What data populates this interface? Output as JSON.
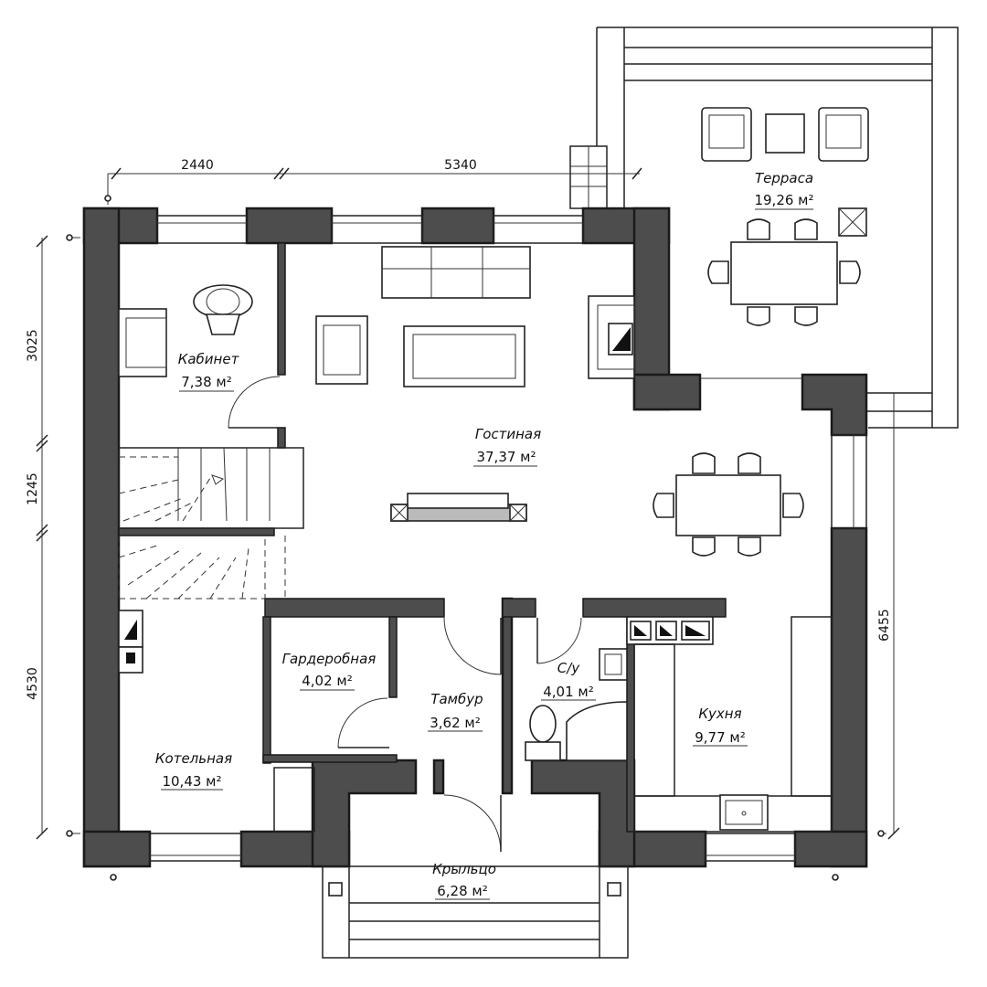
{
  "rooms": {
    "terrace": {
      "name": "Терраса",
      "area": "19,26 м²"
    },
    "office": {
      "name": "Кабинет",
      "area": "7,38 м²"
    },
    "living": {
      "name": "Гостиная",
      "area": "37,37 м²"
    },
    "wardrobe": {
      "name": "Гардеробная",
      "area": "4,02 м²"
    },
    "vestibule": {
      "name": "Тамбур",
      "area": "3,62 м²"
    },
    "wc": {
      "name": "С/у",
      "area": "4,01 м²"
    },
    "kitchen": {
      "name": "Кухня",
      "area": "9,77 м²"
    },
    "boiler": {
      "name": "Котельная",
      "area": "10,43 м²"
    },
    "porch": {
      "name": "Крыльцо",
      "area": "6,28 м²"
    }
  },
  "dimensions": {
    "top_left": "2440",
    "top_right": "5340",
    "left_upper": "3025",
    "left_middle": "1245",
    "left_lower": "4530",
    "right": "6455"
  }
}
